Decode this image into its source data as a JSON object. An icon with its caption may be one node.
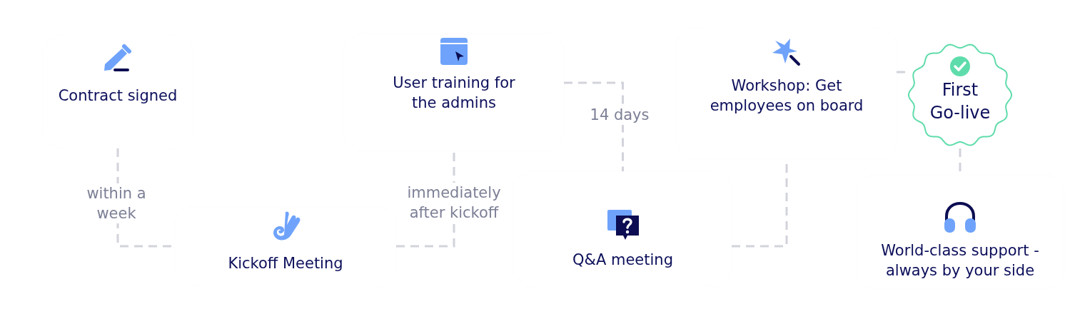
{
  "diagram": {
    "nodes": [
      {
        "text": [
          "Contract signed"
        ]
      },
      {
        "text": [
          "Kickoff Meeting"
        ]
      },
      {
        "text": [
          "User training for the admins"
        ]
      },
      {
        "text": [
          "Q&A meeting"
        ]
      },
      {
        "text": [
          "Workshop: Get employees on board"
        ]
      },
      {
        "text": [
          "First Go-live"
        ]
      },
      {
        "text": [
          "World-class support - always by your side"
        ]
      }
    ],
    "edges": [
      {
        "from": 0,
        "to": 1,
        "arrow": "none",
        "label": "within a week",
        "style": "dashed"
      },
      {
        "from": 1,
        "to": 2,
        "arrow": "none",
        "label": "immediately after kickoff",
        "style": "dashed"
      },
      {
        "from": 2,
        "to": 3,
        "arrow": "none",
        "label": "14 days",
        "style": "dashed"
      },
      {
        "from": 3,
        "to": 4,
        "arrow": "none",
        "style": "dashed"
      },
      {
        "from": 4,
        "to": 5,
        "arrow": "none",
        "style": "dashed"
      },
      {
        "from": 5,
        "to": 6,
        "arrow": "none",
        "style": "dashed"
      }
    ]
  }
}
